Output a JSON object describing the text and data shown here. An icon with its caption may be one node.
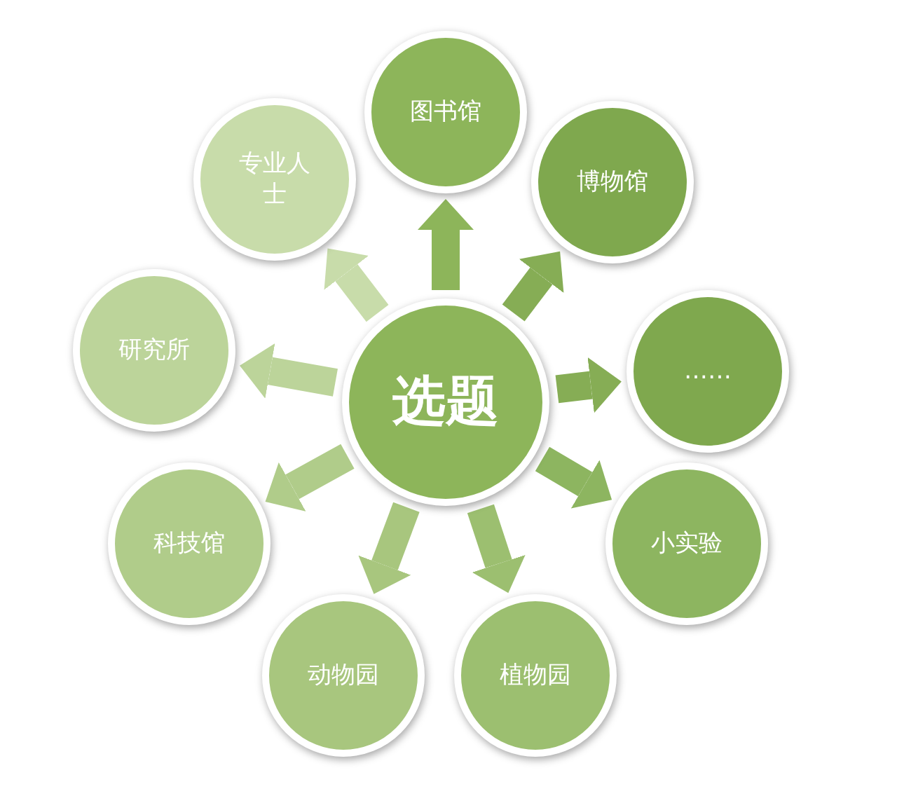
{
  "diagram": {
    "nodes": [
      {
        "text": [
          "选题"
        ]
      },
      {
        "text": [
          "图书馆"
        ]
      },
      {
        "text": [
          "博物馆"
        ]
      },
      {
        "text": [
          "……"
        ]
      },
      {
        "text": [
          "小实验"
        ]
      },
      {
        "text": [
          "植物园"
        ]
      },
      {
        "text": [
          "动物园"
        ]
      },
      {
        "text": [
          "科技馆"
        ]
      },
      {
        "text": [
          "研究所"
        ]
      },
      {
        "text": [
          "专业人士"
        ]
      }
    ],
    "edges": [
      {
        "from": 0,
        "to": 1,
        "arrow": "to"
      },
      {
        "from": 0,
        "to": 2,
        "arrow": "to"
      },
      {
        "from": 0,
        "to": 3,
        "arrow": "to"
      },
      {
        "from": 0,
        "to": 4,
        "arrow": "to"
      },
      {
        "from": 0,
        "to": 5,
        "arrow": "to"
      },
      {
        "from": 0,
        "to": 6,
        "arrow": "to"
      },
      {
        "from": 0,
        "to": 7,
        "arrow": "to"
      },
      {
        "from": 0,
        "to": 8,
        "arrow": "to"
      },
      {
        "from": 0,
        "to": 9,
        "arrow": "to"
      }
    ]
  }
}
